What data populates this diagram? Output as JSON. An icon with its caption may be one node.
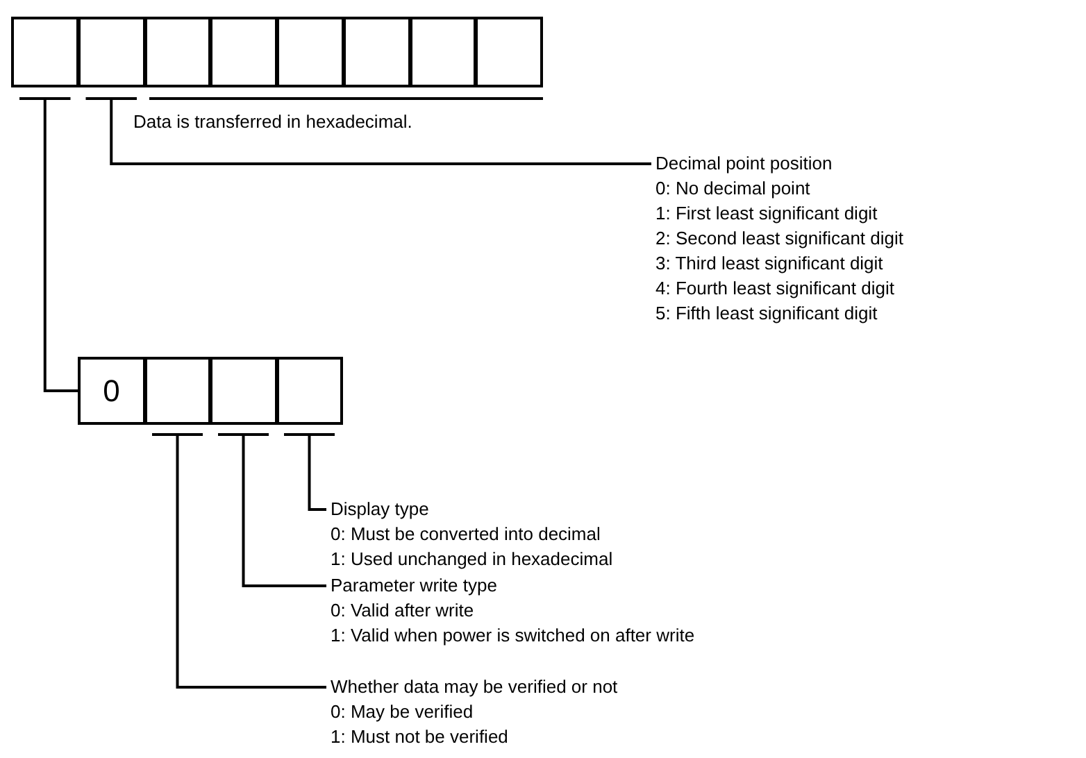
{
  "diagram": {
    "nodes": [
      {
        "text": [],
        "shape": "box"
      },
      {
        "text": [],
        "shape": "box"
      },
      {
        "text": [],
        "shape": "box"
      },
      {
        "text": [],
        "shape": "box"
      },
      {
        "text": [],
        "shape": "box"
      },
      {
        "text": [],
        "shape": "box"
      },
      {
        "text": [],
        "shape": "box"
      },
      {
        "text": [],
        "shape": "box"
      },
      {
        "text": [
          "Decimal point position",
          "0: No decimal point",
          "1: First least significant digit",
          "2: Second least significant digit",
          "3: Third least significant digit",
          "4: Fourth least significant digit",
          "5: Fifth least significant digit"
        ]
      },
      {
        "text": [
          "0"
        ]
      },
      {
        "text": [],
        "shape": "box"
      },
      {
        "text": [],
        "shape": "box"
      },
      {
        "text": [],
        "shape": "box"
      },
      {
        "text": [
          "Display type",
          "0: Must be converted into decimal",
          "1: Used unchanged in hexadecimal"
        ]
      },
      {
        "text": [
          "Parameter write type",
          "0: Valid after write",
          "1: Valid when power is switched on after write"
        ]
      },
      {
        "text": [
          "Whether data may be verified or not",
          "0: May be verified",
          "1: Must not be verified"
        ]
      }
    ],
    "edges": [
      {
        "from": 0,
        "to": 9,
        "arrow": "none"
      },
      {
        "from": 1,
        "to": 8,
        "arrow": "none"
      },
      {
        "from": 12,
        "to": 13,
        "arrow": "none"
      },
      {
        "from": 11,
        "to": 14,
        "arrow": "none"
      },
      {
        "from": 10,
        "to": 15,
        "arrow": "none"
      }
    ],
    "labels": [
      "Data is transferred in hexadecimal."
    ]
  }
}
